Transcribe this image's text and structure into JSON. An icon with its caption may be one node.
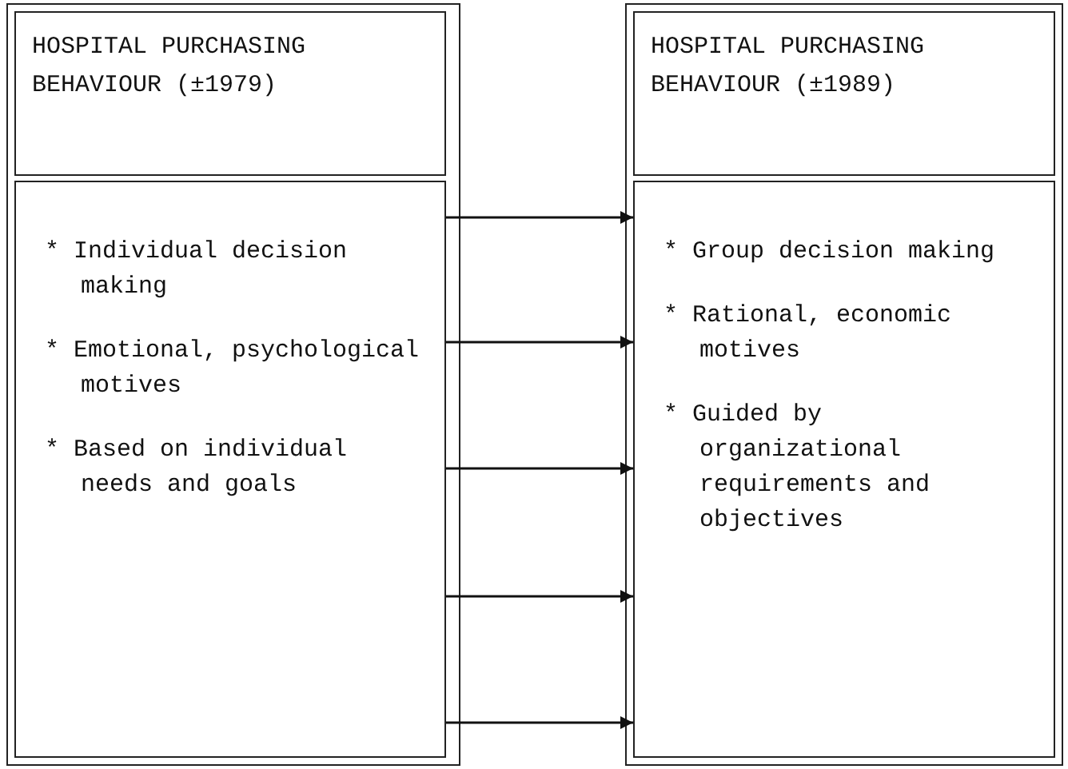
{
  "diagram": {
    "nodes": [
      {
        "text": [
          "HOSPITAL PURCHASING BEHAVIOUR (±1979)"
        ]
      },
      {
        "text": [
          "* Individual decision making",
          "* Emotional, psychological motives",
          "* Based on individual needs and goals"
        ]
      },
      {
        "text": [
          "HOSPITAL PURCHASING BEHAVIOUR (±1989)"
        ]
      },
      {
        "text": [
          "* Group decision making",
          "* Rational, economic motives",
          "* Guided by organizational requirements and objectives"
        ]
      }
    ],
    "edges": [
      {
        "from": 1,
        "to": 3,
        "arrow": "to"
      },
      {
        "from": 1,
        "to": 3,
        "arrow": "to"
      },
      {
        "from": 1,
        "to": 3,
        "arrow": "to"
      },
      {
        "from": 1,
        "to": 3,
        "arrow": "to"
      },
      {
        "from": 1,
        "to": 3,
        "arrow": "to"
      }
    ]
  }
}
